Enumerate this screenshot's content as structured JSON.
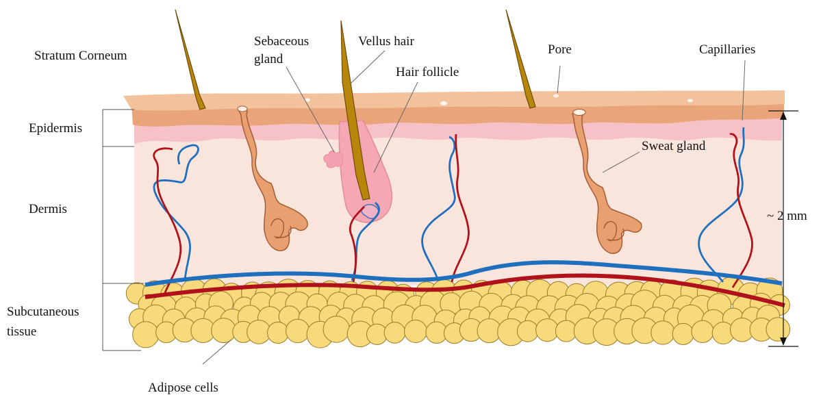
{
  "labels": {
    "stratum_corneum": "Stratum Corneum",
    "epidermis": "Epidermis",
    "dermis": "Dermis",
    "subcutaneous_line1": "Subcutaneous",
    "subcutaneous_line2": "tissue",
    "sebaceous_line1": "Sebaceous",
    "sebaceous_line2": "gland",
    "vellus_hair": "Vellus hair",
    "hair_follicle": "Hair follicle",
    "pore": "Pore",
    "capillaries": "Capillaries",
    "sweat_gland": "Sweat gland",
    "thickness": "~ 2 mm",
    "adipose_cells": "Adipose cells"
  },
  "colors": {
    "stratum_corneum": "#f2c29c",
    "epidermis": "#e9a47a",
    "basal_layer": "#f7c1c8",
    "dermis": "#fae5dc",
    "hair_shaft": "#b8860b",
    "hair_outline": "#6e4a08",
    "follicle": "#f5a8b4",
    "sweat_gland": "#e8a070",
    "vein": "#1f6fbf",
    "artery": "#b0121b",
    "adipose_fill": "#f7da7c",
    "adipose_stroke": "#9c7a25",
    "leader_line": "#666666"
  }
}
